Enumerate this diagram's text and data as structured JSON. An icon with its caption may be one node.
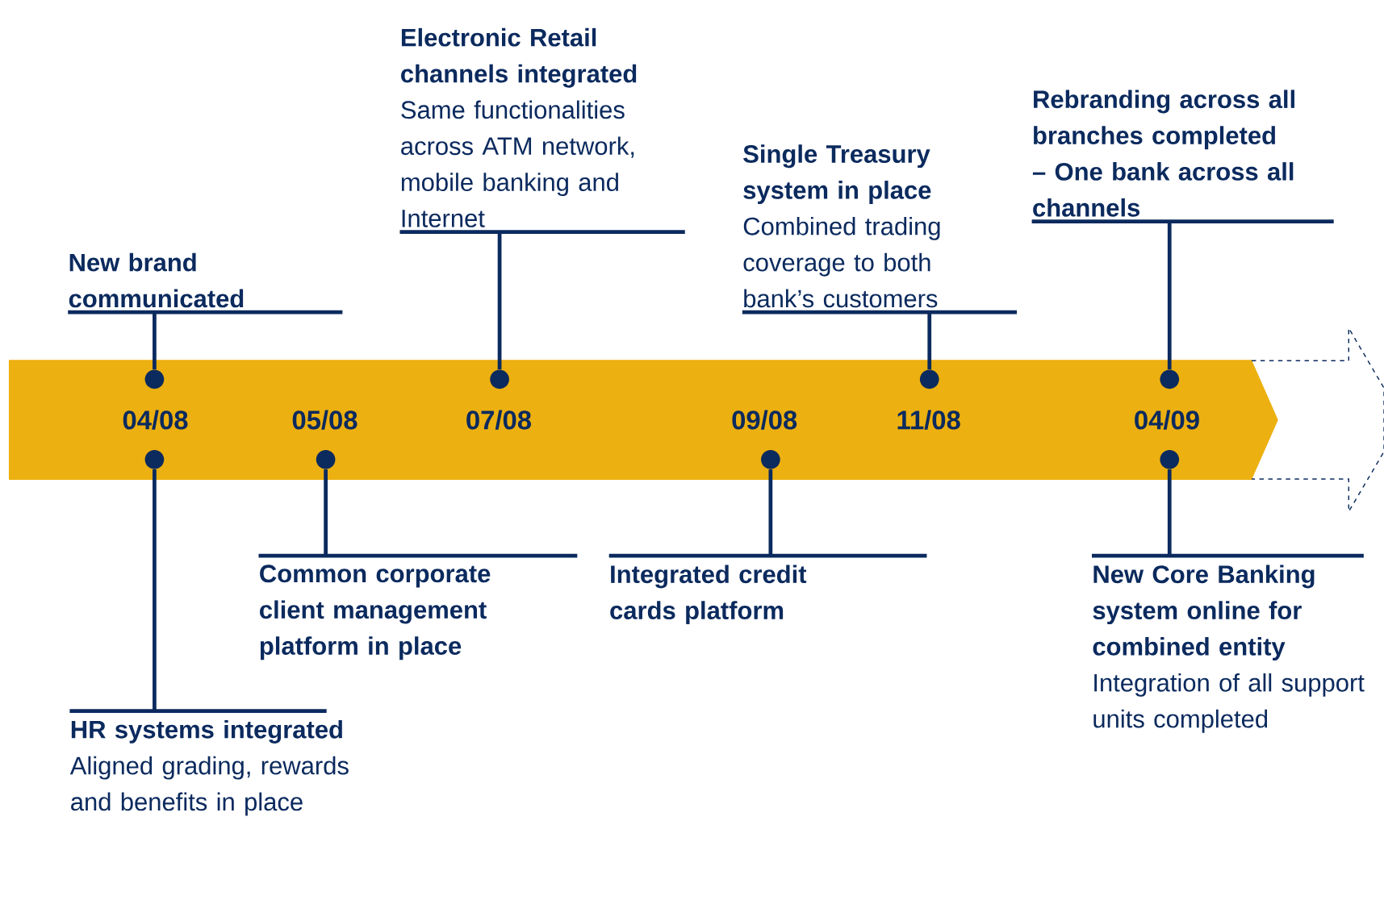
{
  "diagram": {
    "nodes": [
      {
        "text": [
          "New brand communicated"
        ]
      },
      {
        "text": [
          "HR systems integrated",
          "Aligned grading, rewards and benefits in place"
        ]
      },
      {
        "text": [
          "Common corporate client management platform in place"
        ]
      },
      {
        "text": [
          "Electronic Retail channels integrated",
          "Same functionalities across ATM network, mobile banking and Internet"
        ]
      },
      {
        "text": [
          "Integrated credit cards platform"
        ]
      },
      {
        "text": [
          "Single Treasury system in place",
          "Combined trading coverage to both bank’s customers"
        ]
      },
      {
        "text": [
          "Rebranding across all branches completed – One bank across all channels"
        ]
      },
      {
        "text": [
          "New Core Banking system online for combined entity",
          "Integration of all support units completed"
        ]
      },
      {
        "text": [],
        "shape": "circle"
      },
      {
        "text": [],
        "shape": "circle"
      },
      {
        "text": [],
        "shape": "circle"
      },
      {
        "text": [],
        "shape": "circle"
      },
      {
        "text": [],
        "shape": "circle"
      },
      {
        "text": [],
        "shape": "circle"
      },
      {
        "text": [],
        "shape": "circle"
      },
      {
        "text": [],
        "shape": "circle"
      }
    ],
    "edges": [
      {
        "from": 0,
        "to": 8,
        "arrow": "none"
      },
      {
        "from": 1,
        "to": 9,
        "arrow": "none"
      },
      {
        "from": 2,
        "to": 10,
        "arrow": "none"
      },
      {
        "from": 3,
        "to": 11,
        "arrow": "none"
      },
      {
        "from": 4,
        "to": 12,
        "arrow": "none"
      },
      {
        "from": 5,
        "to": 13,
        "arrow": "none"
      },
      {
        "from": 6,
        "to": 14,
        "arrow": "none"
      },
      {
        "from": 7,
        "to": 15,
        "arrow": "none"
      }
    ],
    "labels": [
      "04/08",
      "05/08",
      "07/08",
      "09/08",
      "11/08",
      "04/09"
    ]
  }
}
